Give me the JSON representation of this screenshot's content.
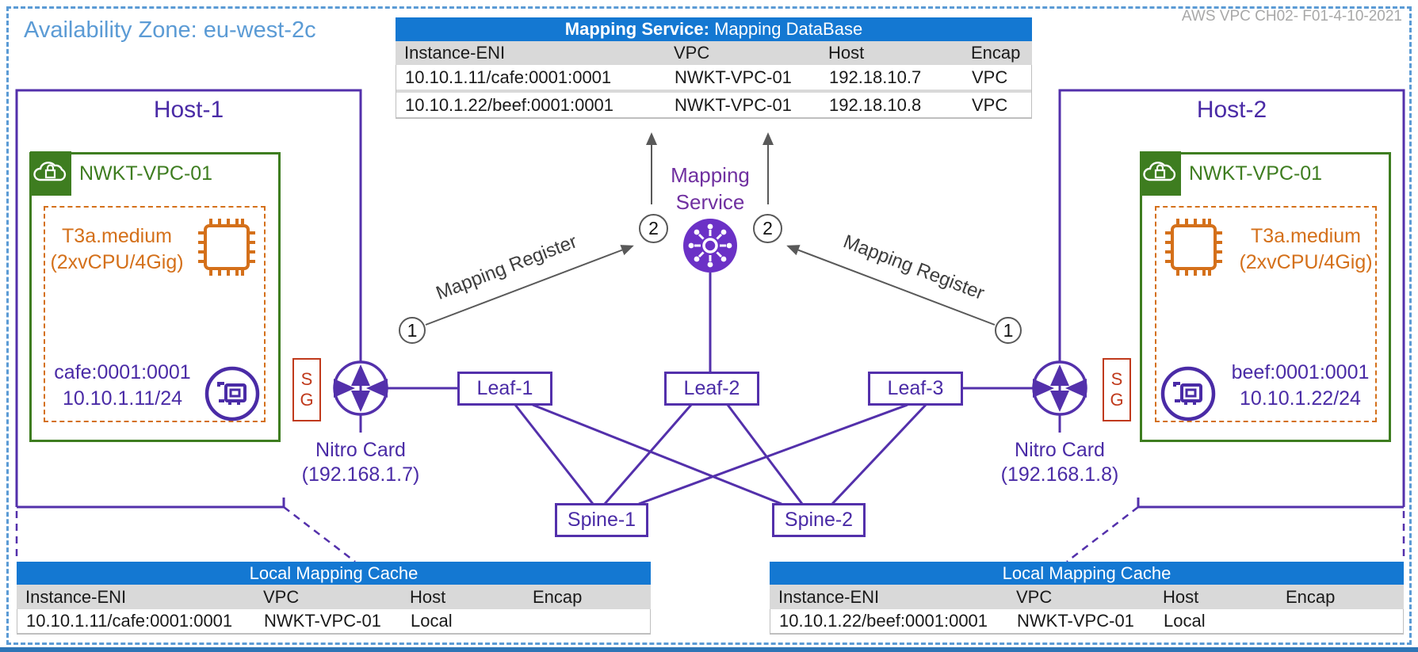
{
  "az": {
    "title": "Availability Zone: eu-west-2c",
    "caption": "AWS VPC CH02- F01-4-10-2021"
  },
  "colors": {
    "az_blue": "#5b9bd5",
    "table_header_blue": "#1478d2",
    "header_gray": "#d9d9d9",
    "diagram_purple": "#5330ab",
    "text_purple": "#4a2ba6",
    "service_purple": "#7030a0",
    "icon_purple": "#6b31c6",
    "vpc_green": "#3e7d20",
    "instance_orange": "#d4701a",
    "sg_red": "#c03a1c",
    "arrow_gray": "#595959"
  },
  "mapping_table": {
    "title_bold": "Mapping Service:",
    "title_rest": " Mapping DataBase",
    "headers": [
      "Instance-ENI",
      "VPC",
      "Host",
      "Encap"
    ],
    "rows": [
      [
        "10.10.1.11/cafe:0001:0001",
        "NWKT-VPC-01",
        "192.18.10.7",
        "VPC"
      ],
      [
        "10.10.1.22/beef:0001:0001",
        "NWKT-VPC-01",
        "192.18.10.8",
        "VPC"
      ]
    ]
  },
  "mapping_service": {
    "label_line1": "Mapping",
    "label_line2": "Service",
    "register_label": "Mapping Register",
    "step_one": "1",
    "step_two": "2"
  },
  "network": {
    "leaves": [
      "Leaf-1",
      "Leaf-2",
      "Leaf-3"
    ],
    "spines": [
      "Spine-1",
      "Spine-2"
    ]
  },
  "hosts": [
    {
      "title": "Host-1",
      "vpc": "NWKT-VPC-01",
      "instance_type": "T3a.medium",
      "instance_spec": "(2xvCPU/4Gig)",
      "eni": "cafe:0001:0001",
      "ip": "10.10.1.11/24",
      "sg": [
        "S",
        "G"
      ],
      "nitro_name": "Nitro Card",
      "nitro_ip": "(192.168.1.7)"
    },
    {
      "title": "Host-2",
      "vpc": "NWKT-VPC-01",
      "instance_type": "T3a.medium",
      "instance_spec": "(2xvCPU/4Gig)",
      "eni": "beef:0001:0001",
      "ip": "10.10.1.22/24",
      "sg": [
        "S",
        "G"
      ],
      "nitro_name": "Nitro Card",
      "nitro_ip": "(192.168.1.8)"
    }
  ],
  "cache_tables": [
    {
      "title": "Local Mapping Cache",
      "headers": [
        "Instance-ENI",
        "VPC",
        "Host",
        "Encap"
      ],
      "row": [
        "10.10.1.11/cafe:0001:0001",
        "NWKT-VPC-01",
        "Local",
        ""
      ]
    },
    {
      "title": "Local Mapping Cache",
      "headers": [
        "Instance-ENI",
        "VPC",
        "Host",
        "Encap"
      ],
      "row": [
        "10.10.1.22/beef:0001:0001",
        "NWKT-VPC-01",
        "Local",
        ""
      ]
    }
  ]
}
